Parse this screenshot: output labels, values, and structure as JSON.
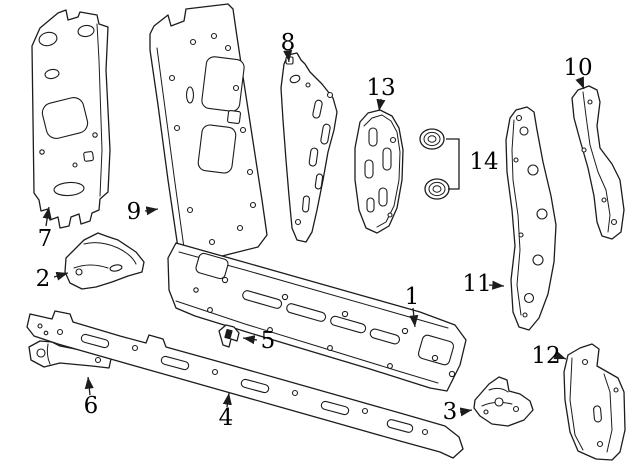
{
  "colors": {
    "line": "#1c1c1c",
    "background": "#ffffff",
    "label": "#000000"
  },
  "diagram": {
    "callouts": [
      {
        "label": "1"
      },
      {
        "label": "2"
      },
      {
        "label": "3"
      },
      {
        "label": "4"
      },
      {
        "label": "5"
      },
      {
        "label": "6"
      },
      {
        "label": "7"
      },
      {
        "label": "8"
      },
      {
        "label": "9"
      },
      {
        "label": "10"
      },
      {
        "label": "11"
      },
      {
        "label": "12"
      },
      {
        "label": "13"
      },
      {
        "label": "14"
      }
    ]
  }
}
